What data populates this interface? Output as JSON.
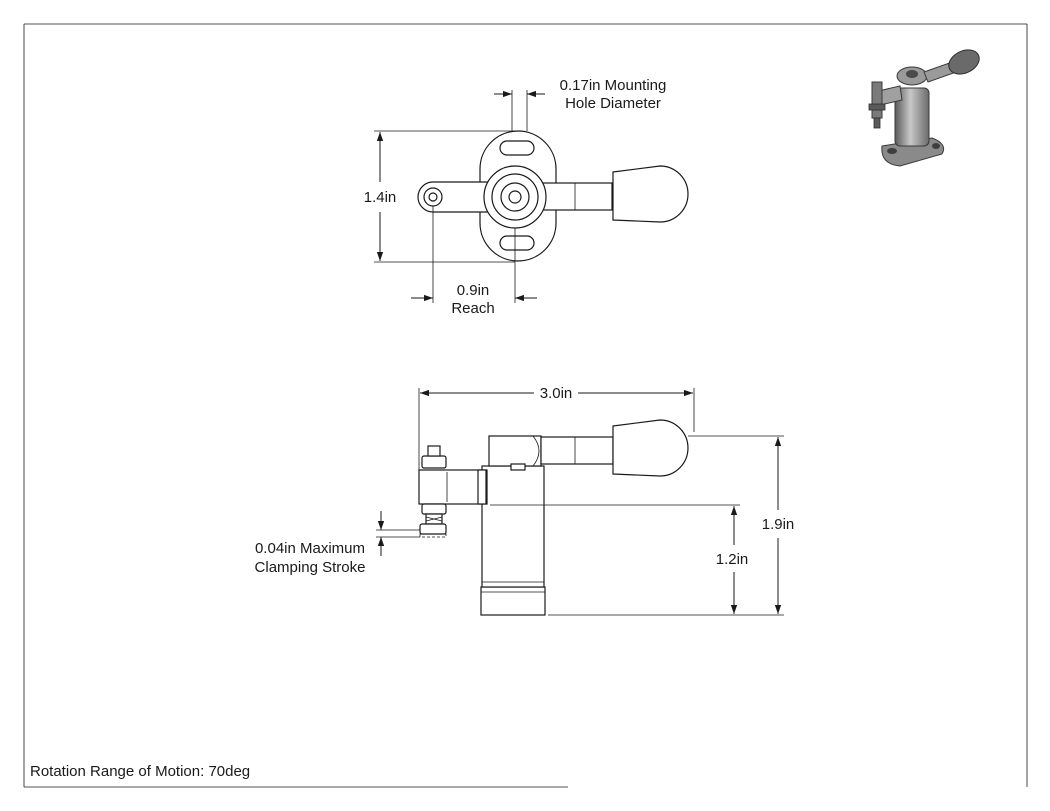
{
  "dimensions": {
    "mounting_hole_line1": "0.17in Mounting",
    "mounting_hole_line2": "Hole Diameter",
    "height_top_view": "1.4in",
    "reach_line1": "0.9in",
    "reach_line2": "Reach",
    "overall_length": "3.0in",
    "overall_height": "1.9in",
    "base_height": "1.2in",
    "stroke_line1": "0.04in Maximum",
    "stroke_line2": "Clamping Stroke"
  },
  "footer": {
    "note": "Rotation Range of Motion: 70deg"
  },
  "colors": {
    "line": "#1a1a1a",
    "part_fill": "#ffffff",
    "iso_dark": "#6e6e6e",
    "iso_light": "#b4b4b4"
  }
}
